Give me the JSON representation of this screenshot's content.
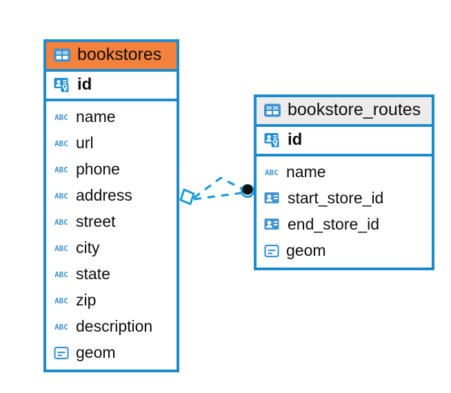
{
  "diagram": {
    "title": "database-schema-relationship",
    "colors": {
      "border_blue": "#1b8bcb",
      "header_orange": "#f4823c",
      "header_gray": "#ececec",
      "icon_blue": "#3f93d1",
      "text_black": "#0d0d0d",
      "connector_blue": "#1b9ad6",
      "endpoint_dark": "#111111"
    },
    "entities": [
      {
        "name": "bookstores",
        "header_icon": "table-icon",
        "header_style": "accent-orange",
        "primary_key": {
          "label": "id",
          "icon": "primary-key-icon"
        },
        "fields": [
          {
            "label": "name",
            "icon": "abc-text-icon"
          },
          {
            "label": "url",
            "icon": "abc-text-icon"
          },
          {
            "label": "phone",
            "icon": "abc-text-icon"
          },
          {
            "label": "address",
            "icon": "abc-text-icon"
          },
          {
            "label": "street",
            "icon": "abc-text-icon"
          },
          {
            "label": "city",
            "icon": "abc-text-icon"
          },
          {
            "label": "state",
            "icon": "abc-text-icon"
          },
          {
            "label": "zip",
            "icon": "abc-text-icon"
          },
          {
            "label": "description",
            "icon": "abc-text-icon"
          },
          {
            "label": "geom",
            "icon": "geometry-icon"
          }
        ]
      },
      {
        "name": "bookstore_routes",
        "header_icon": "table-icon",
        "header_style": "accent-gray",
        "primary_key": {
          "label": "id",
          "icon": "primary-key-icon"
        },
        "fields": [
          {
            "label": "name",
            "icon": "abc-text-icon"
          },
          {
            "label": "start_store_id",
            "icon": "foreign-key-icon"
          },
          {
            "label": "end_store_id",
            "icon": "foreign-key-icon"
          },
          {
            "label": "geom",
            "icon": "geometry-icon"
          }
        ]
      }
    ],
    "relationship": {
      "source_entity": "bookstores",
      "target_entity": "bookstore_routes",
      "line_style": "dashed",
      "source_endpoint": "open-diamond",
      "target_endpoint": "filled-circle",
      "branches": 2
    }
  }
}
